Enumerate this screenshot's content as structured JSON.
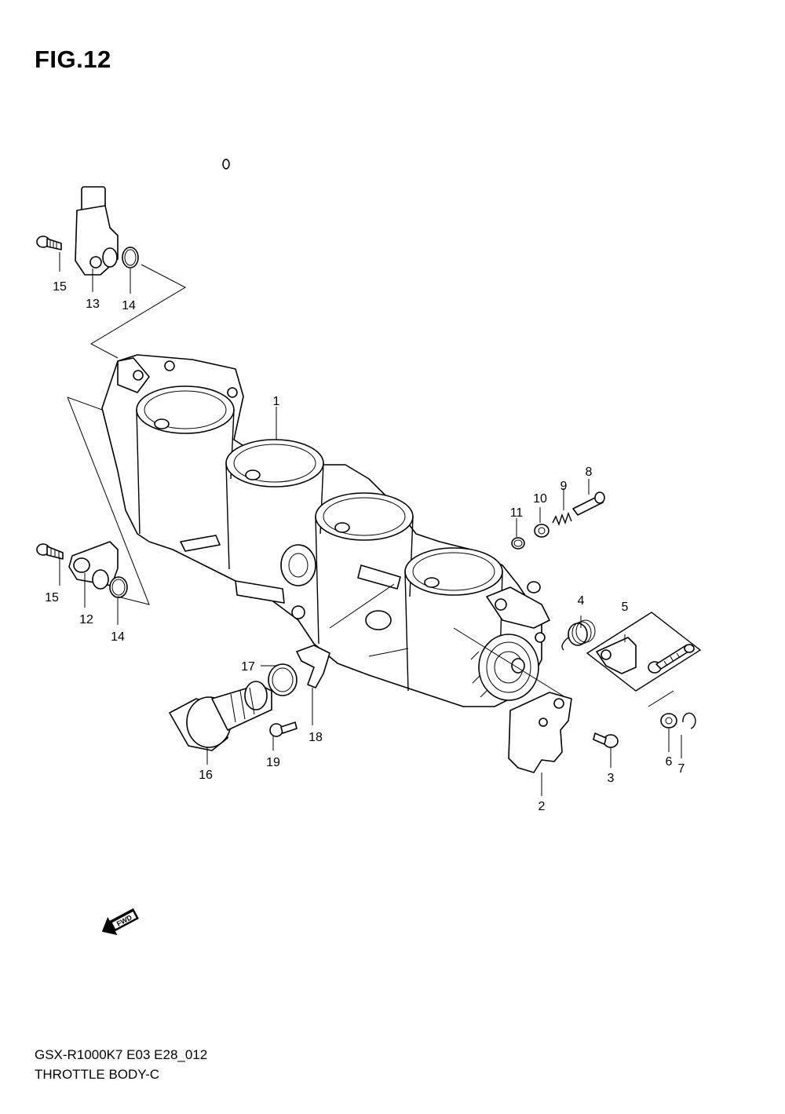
{
  "figure": {
    "title": "FIG.12"
  },
  "callouts": {
    "c1": "1",
    "c2": "2",
    "c3": "3",
    "c4": "4",
    "c5": "5",
    "c6": "6",
    "c7": "7",
    "c8": "8",
    "c9": "9",
    "c10": "10",
    "c11": "11",
    "c12": "12",
    "c13": "13",
    "c14a": "14",
    "c14b": "14",
    "c15a": "15",
    "c15b": "15",
    "c16": "16",
    "c17": "17",
    "c18": "18",
    "c19": "19"
  },
  "fwd_label": "FWD",
  "footer": {
    "model_code": "GSX-R1000K7 E03 E28_012",
    "section_name": "THROTTLE BODY-C"
  },
  "icons": [
    "fwd-arrow-icon"
  ]
}
